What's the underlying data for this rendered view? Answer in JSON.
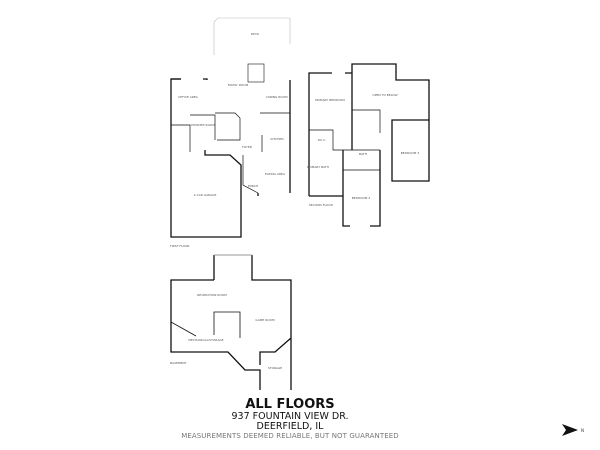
{
  "title": "ALL FLOORS",
  "address_line1": "937 FOUNTAIN VIEW DR.",
  "address_line2": "DEERFIELD, IL",
  "disclaimer": "MEASUREMENTS DEEMED RELIABLE, BUT NOT GUARANTEED",
  "compass_label": "N",
  "floors": {
    "first": {
      "label": "FIRST FLOOR",
      "rooms": [
        "DECK",
        "FAMILY ROOM",
        "DINING ROOM",
        "OFFICE AREA",
        "POWDER ROOM",
        "KITCHEN",
        "FOYER",
        "EATING AREA",
        "PORCH",
        "2-CAR GARAGE"
      ]
    },
    "second": {
      "label": "SECOND FLOOR",
      "rooms": [
        "PRIMARY BEDROOM",
        "OPEN TO BELOW",
        "W.I.C.",
        "BATH",
        "PRIMARY BATH",
        "BEDROOM 3",
        "BEDROOM 2"
      ]
    },
    "basement": {
      "label": "BASEMENT",
      "rooms": [
        "RECREATION ROOM",
        "GAME ROOM",
        "MECHANICAL/STORAGE",
        "STORAGE"
      ]
    }
  },
  "colors": {
    "wall": "#111111",
    "deck": "#bbbbbb"
  }
}
